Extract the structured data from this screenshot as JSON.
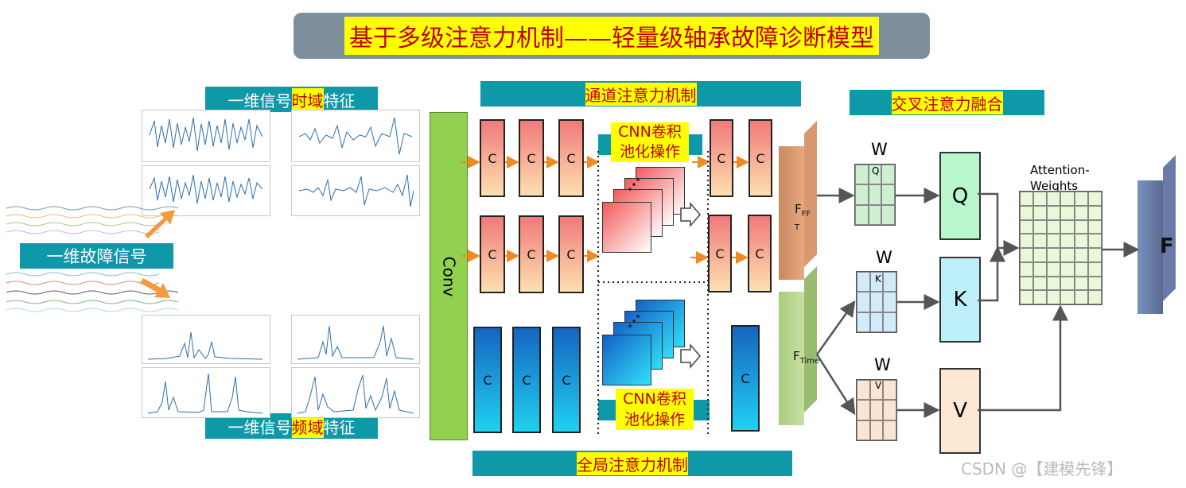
{
  "title": "基于多级注意力机制——轻量级轴承故障诊断模型",
  "labels": {
    "time_feature_a": "一维信号",
    "time_feature_hl": "时域",
    "time_feature_b": "特征",
    "freq_feature_a": "一维信号",
    "freq_feature_hl": "频域",
    "freq_feature_b": "特征",
    "input_signal": "一维故障信号",
    "channel_attention": "通道注意力机制",
    "global_attention": "全局注意力机制",
    "cross_attention": "交叉注意力融合",
    "cnn_pool_top_1": "CNN卷积",
    "cnn_pool_top_2": "池化操作",
    "cnn_pool_bottom_1": "CNN卷积",
    "cnn_pool_bottom_2": "池化操作",
    "conv": "Conv",
    "c": "C",
    "f_fft": "F",
    "f_fft_sub": "FF",
    "f_fft_sub2": "T",
    "f_time": "F",
    "f_time_sub": "Time",
    "w": "W",
    "wq_sub": "Q",
    "wk_sub": "K",
    "wv_sub": "V",
    "q": "Q",
    "k": "K",
    "v": "V",
    "attention_weights": "Attention-Weights",
    "output": "F",
    "watermark": "CSDN @【建模先锋】"
  },
  "colors": {
    "teal": "#0e98a8",
    "title_bg": "#7d8f9b",
    "highlight": "#ffff00",
    "highlight_text": "#c00000",
    "arrow_orange": "#f08a24",
    "conv_green": "#92d050"
  }
}
